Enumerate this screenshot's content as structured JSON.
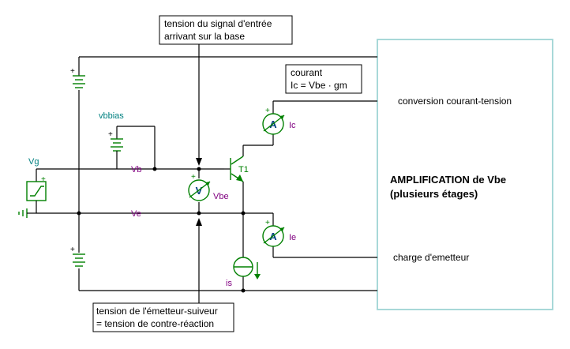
{
  "annotations": {
    "input_signal": [
      "tension du signal d'entrée",
      "arrivant sur la base"
    ],
    "current": [
      "courant",
      "Ic = Vbe · gm"
    ],
    "feedback": [
      "tension de l'émetteur-suiveur",
      "= tension de contre-réaction"
    ],
    "conversion": "conversion courant-tension",
    "emitter_load": "charge d'emetteur"
  },
  "amplifier_block": {
    "lines": [
      "AMPLIFICATION de Vbe",
      "(plusieurs étages)"
    ]
  },
  "labels": {
    "vbbias": "vbbias",
    "vg": "Vg",
    "vb": "Vb",
    "ve": "Ve",
    "transistor": "T1",
    "ic": "Ic",
    "ie": "Ie",
    "vbe": "Vbe",
    "is": "is"
  },
  "meter_symbols": {
    "ammeter": "A",
    "voltmeter": "V"
  },
  "colors": {
    "component": "#008000",
    "bias_label": "#008080",
    "net_label": "#800080",
    "amp_border": "#a8d8d8",
    "wire": "#000000"
  }
}
